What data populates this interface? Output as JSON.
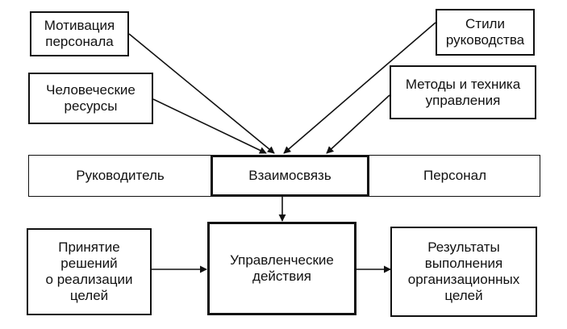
{
  "diagram": {
    "top_left": [
      {
        "id": "motivation",
        "label": "Мотивация\nперсонала"
      },
      {
        "id": "human-resources",
        "label": "Человеческие\nресурсы"
      }
    ],
    "top_right": [
      {
        "id": "leadership-styles",
        "label": "Стили\nруководства"
      },
      {
        "id": "methods",
        "label": "Методы и техника\nуправления"
      }
    ],
    "middle_row": {
      "left": "Руководитель",
      "center": "Взаимосвязь",
      "right": "Персонал"
    },
    "bottom_row": {
      "left": "Принятие\nрешений\nо реализации\nцелей",
      "center": "Управленческие\nдействия",
      "right": "Результаты\nвыполнения\nорганизационных\nцелей"
    }
  }
}
